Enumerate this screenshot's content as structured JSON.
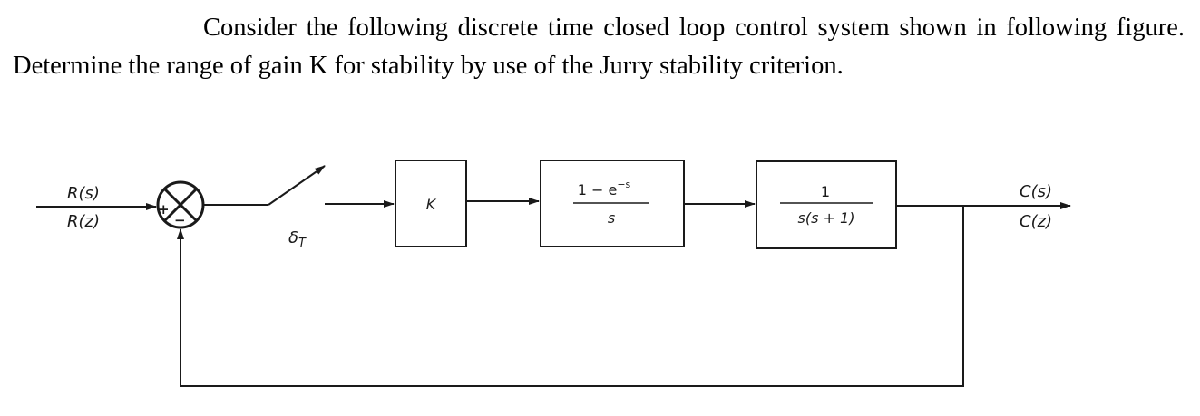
{
  "question": {
    "text": "Consider the following discrete time closed loop control system shown in following figure. Determine the range of gain K for stability by use of the Jurry stability criterion."
  },
  "diagram": {
    "input_label_s": "R(s)",
    "input_label_z": "R(z)",
    "summer_plus": "+",
    "summer_minus": "−",
    "sampler_label": "δ",
    "sampler_sub": "T",
    "gain_block": "K",
    "zoh_numerator": "1 − e",
    "zoh_exponent": "−s",
    "zoh_denominator": "s",
    "plant_numerator": "1",
    "plant_denominator": "s(s + 1)",
    "output_label_s": "C(s)",
    "output_label_z": "C(z)"
  }
}
